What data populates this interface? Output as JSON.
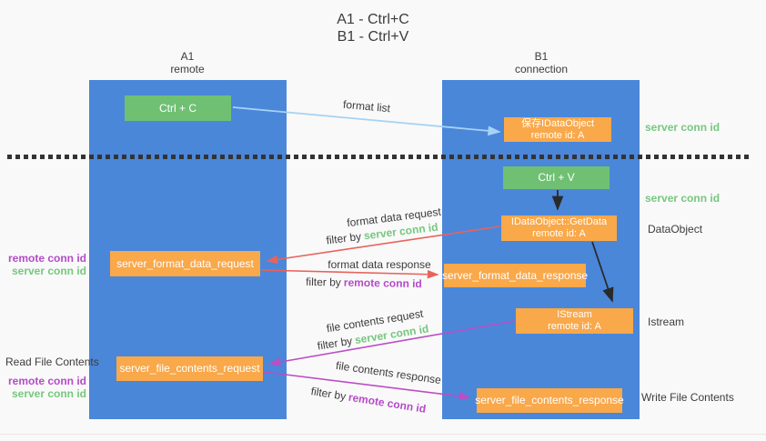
{
  "title": {
    "line1": "A1 - Ctrl+C",
    "line2": "B1 - Ctrl+V"
  },
  "columns": {
    "a": {
      "id": "A1",
      "role": "remote"
    },
    "b": {
      "id": "B1",
      "role": "connection"
    }
  },
  "boxes": {
    "ctrl_c": "Ctrl + C",
    "ctrl_v": "Ctrl + V",
    "save_idataobject": {
      "line1": "保存IDataObject",
      "line2": "remote id: A"
    },
    "getdata": {
      "line1": "IDataObject::GetData",
      "line2": "remote id: A"
    },
    "istream": {
      "line1": "IStream",
      "line2": "remote id: A"
    },
    "format_request": "server_format_data_request",
    "format_response": "server_format_data_response",
    "file_request": "server_file_contents_request",
    "file_response": "server_file_contents_response"
  },
  "flow_labels": {
    "format_list": "format list",
    "format_data_request": "format data request",
    "format_data_response": "format data response",
    "file_contents_request": "file contents request",
    "file_contents_response": "file contents response",
    "filter_by": "filter by",
    "server_conn_id": "server conn id",
    "remote_conn_id": "remote conn id"
  },
  "side_labels": {
    "left": {
      "remote_conn_id": "remote conn id",
      "server_conn_id": "server conn id",
      "read_file_contents": "Read File Contents"
    },
    "right": {
      "server_conn_id_top": "server conn id",
      "server_conn_id_mid": "server conn id",
      "dataobject": "DataObject",
      "istream": "Istream",
      "write_file_contents": "Write File Contents"
    }
  },
  "colors": {
    "column_blue": "#4a87d9",
    "box_green": "#6fc072",
    "box_orange": "#f9a84a",
    "green_text": "#76c77e",
    "purple_text": "#b44bc8",
    "red_arrow": "#e8635c",
    "purple_arrow": "#bb4ec4",
    "light_blue_arrow": "#a6d3f3",
    "black_arrow": "#2a2a2a"
  }
}
